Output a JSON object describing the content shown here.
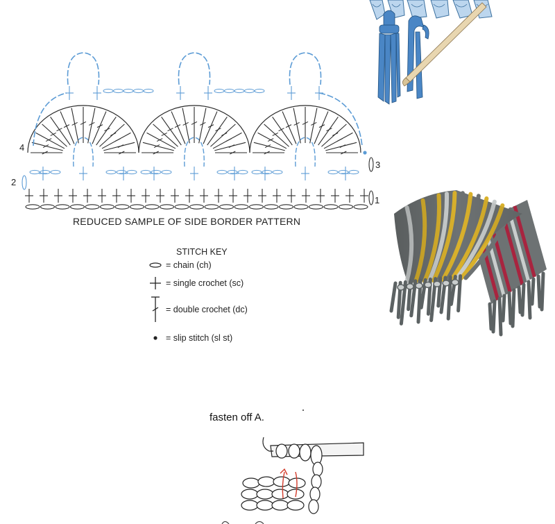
{
  "chart": {
    "row_labels": [
      "4",
      "2",
      "3",
      "1"
    ],
    "caption": "REDUCED SAMPLE OF SIDE BORDER PATTERN"
  },
  "stitch_key": {
    "title": "STITCH KEY",
    "items": [
      {
        "icon": "chain-icon",
        "label": "= chain (ch)"
      },
      {
        "icon": "single-crochet-icon",
        "label": "= single crochet (sc)"
      },
      {
        "icon": "double-crochet-icon",
        "label": "= double crochet (dc)"
      },
      {
        "icon": "slip-stitch-icon",
        "label": "= slip stitch (sl st)"
      }
    ]
  },
  "note": "fasten off A.",
  "colors": {
    "blue": "#5b9bd5",
    "dark": "#2a2a2a",
    "scarf_gray": "#6d7273",
    "scarf_yellow": "#d9b12c",
    "scarf_red": "#a8243f",
    "fringe_blue": "#3f7fb8"
  }
}
